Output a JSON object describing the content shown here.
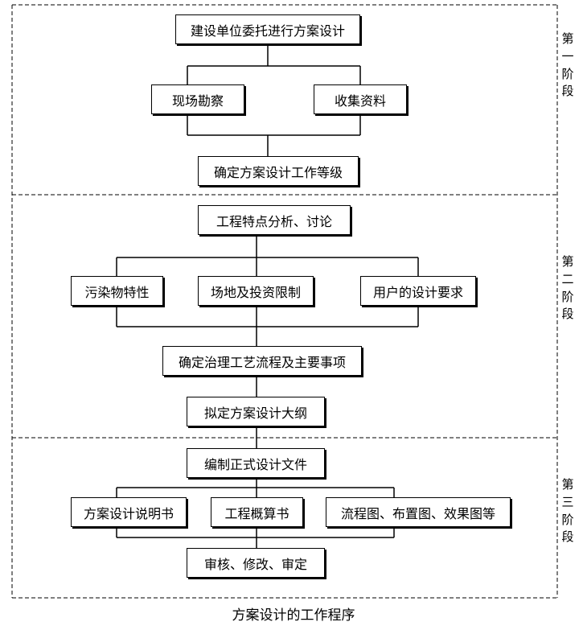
{
  "flow": {
    "commission": "建设单位委托进行方案设计",
    "site_survey": "现场勘察",
    "collect_data": "收集资料",
    "determine_grade": "确定方案设计工作等级",
    "analysis": "工程特点分析、讨论",
    "pollutant": "污染物特性",
    "site_limits": "场地及投资限制",
    "user_requirements": "用户的设计要求",
    "determine_process": "确定治理工艺流程及主要事项",
    "outline": "拟定方案设计大纲",
    "compile_docs": "编制正式设计文件",
    "design_description": "方案设计说明书",
    "budget": "工程概算书",
    "drawings": "流程图、布置图、效果图等",
    "review": "审核、修改、审定"
  },
  "stages": {
    "stage1": [
      "第",
      "一",
      "阶",
      "段"
    ],
    "stage2": [
      "第",
      "二",
      "阶",
      "段"
    ],
    "stage3": [
      "第",
      "三",
      "阶",
      "段"
    ]
  },
  "caption": "方案设计的工作程序"
}
